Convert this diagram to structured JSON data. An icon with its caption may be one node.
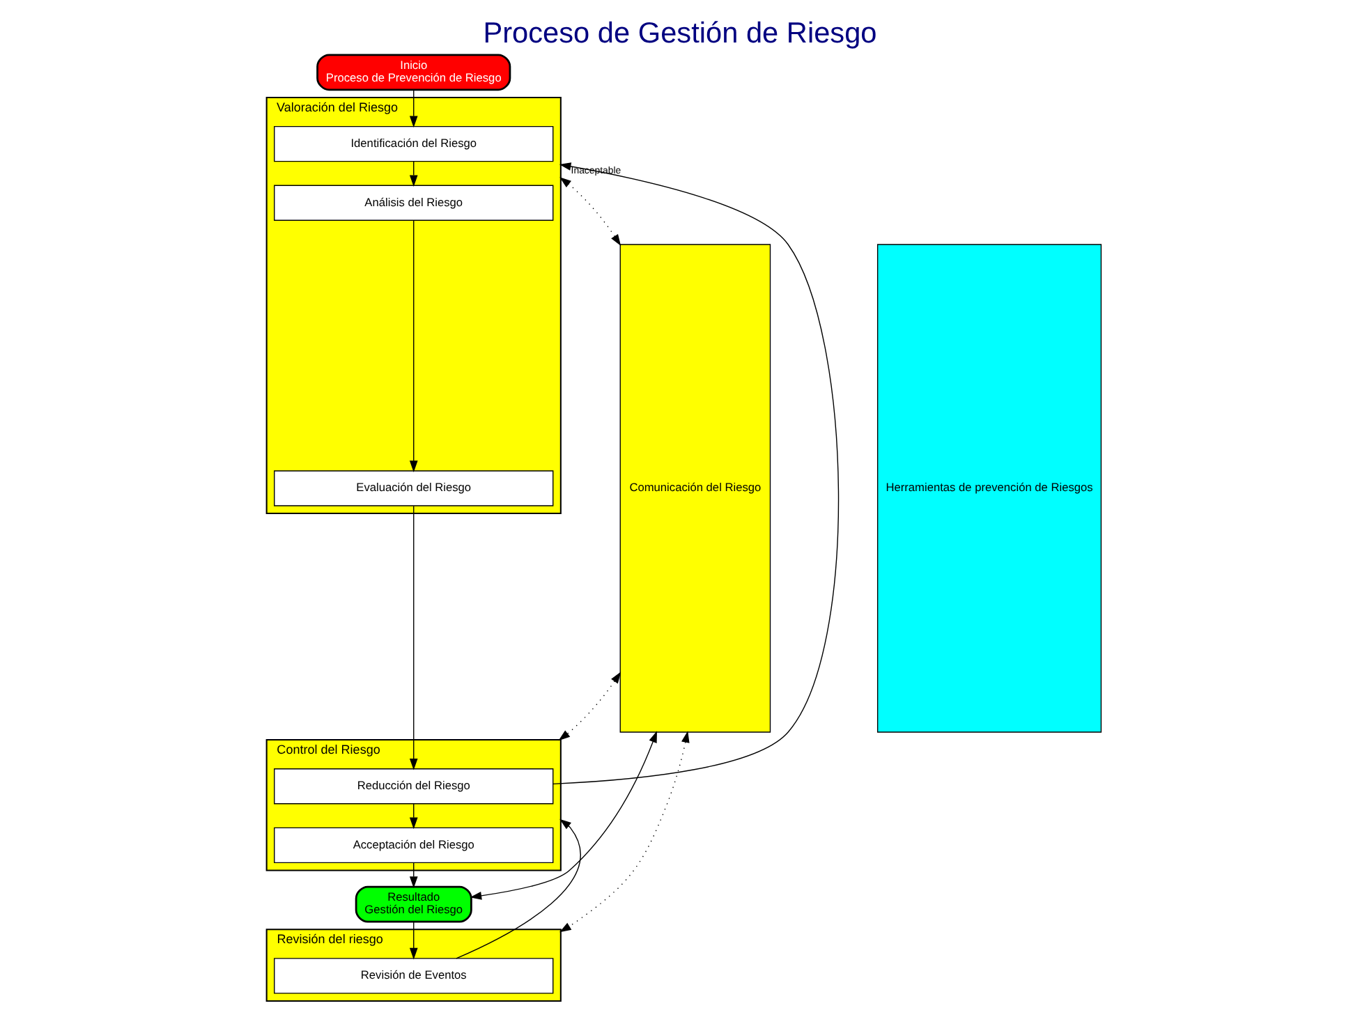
{
  "diagram": {
    "title": "Proceso de Gestión de Riesgo",
    "nodes": [
      {
        "text": [
          "Inicio",
          "Proceso de Prevención de Riesgo"
        ]
      },
      {
        "text": [
          "Comunicación del Riesgo"
        ]
      },
      {
        "text": [
          "Valoración del Riesgo"
        ]
      },
      {
        "text": [
          "Identificación del Riesgo"
        ],
        "in": 2
      },
      {
        "text": [
          "Análisis del Riesgo"
        ],
        "in": 2
      },
      {
        "text": [
          "Evaluación del Riesgo"
        ],
        "in": 2
      },
      {
        "text": [
          "Control del Riesgo"
        ]
      },
      {
        "text": [
          "Reducción del Riesgo"
        ],
        "in": 6
      },
      {
        "text": [
          "Acceptación del Riesgo"
        ],
        "in": 6
      },
      {
        "text": [
          "Resultado",
          "Gestión del Riesgo"
        ]
      },
      {
        "text": [
          "Revisión del riesgo"
        ]
      },
      {
        "text": [
          "Revisión de Eventos"
        ],
        "in": 10
      },
      {
        "text": [
          "Herramientas de prevención de Riesgos"
        ]
      }
    ],
    "edges": [
      {
        "from": 0,
        "to": 3,
        "arrow": "to"
      },
      {
        "from": 3,
        "to": 4,
        "arrow": "to"
      },
      {
        "from": 4,
        "to": 5,
        "arrow": "to"
      },
      {
        "from": 5,
        "to": 7,
        "arrow": "to"
      },
      {
        "from": 7,
        "to": 8,
        "arrow": "to"
      },
      {
        "from": 8,
        "to": 9,
        "arrow": "to"
      },
      {
        "from": 9,
        "to": 11,
        "arrow": "to"
      },
      {
        "from": 1,
        "to": 2,
        "arrow": "both",
        "style": "dashed"
      },
      {
        "from": 1,
        "to": 6,
        "arrow": "both",
        "style": "dashed"
      },
      {
        "from": 1,
        "to": 9,
        "arrow": "both"
      },
      {
        "from": 1,
        "to": 10,
        "arrow": "both",
        "style": "dashed"
      },
      {
        "from": 7,
        "to": 2,
        "arrow": "to",
        "label": "Inaceptable"
      },
      {
        "from": 11,
        "to": 6,
        "arrow": "to"
      }
    ]
  }
}
